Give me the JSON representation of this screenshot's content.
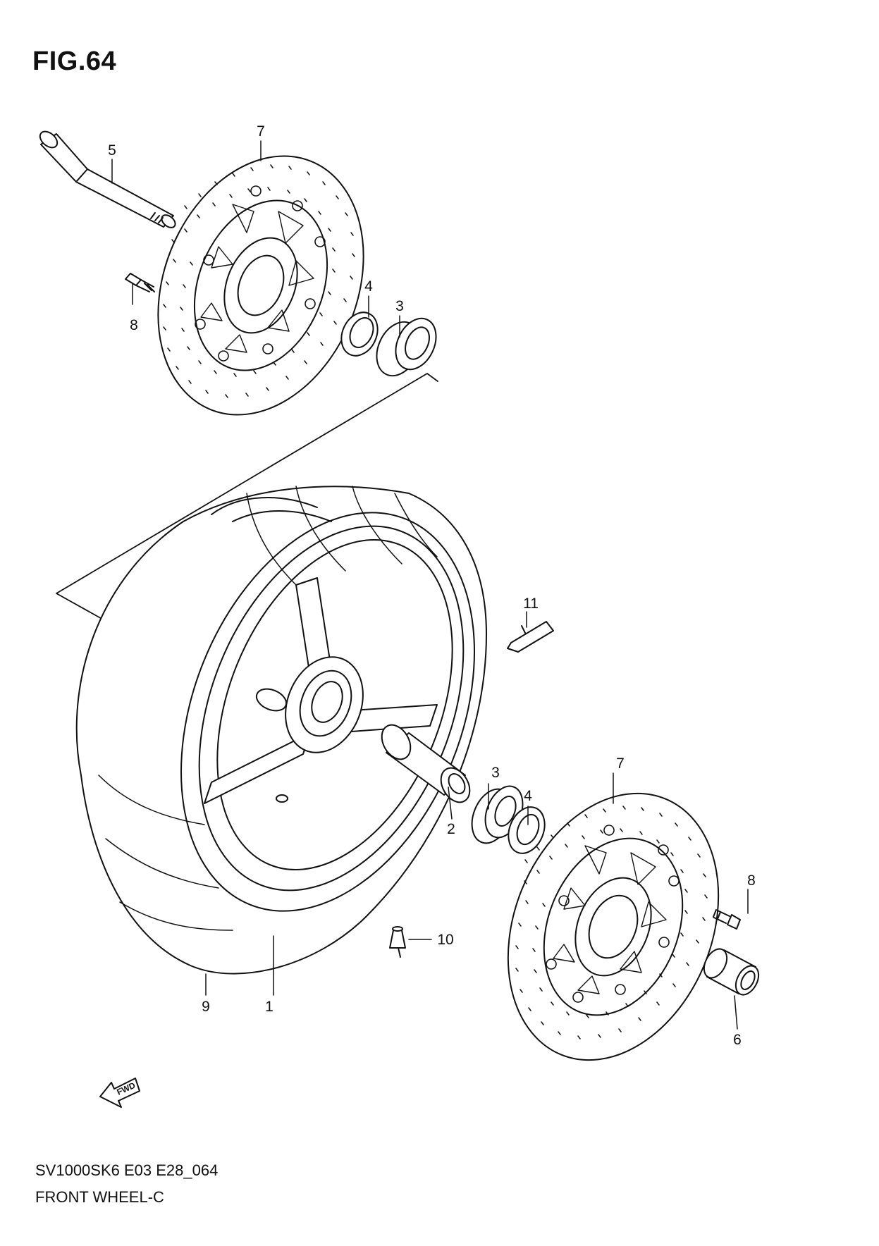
{
  "figure": {
    "title": "FIG.64"
  },
  "callouts": [
    "1",
    "2",
    "3",
    "3",
    "4",
    "4",
    "5",
    "6",
    "7",
    "7",
    "8",
    "8",
    "9",
    "10",
    "11"
  ],
  "direction_marker": "FWD",
  "footer": {
    "model_code": "SV1000SK6 E03 E28_064",
    "diagram_name": "FRONT WHEEL-C"
  }
}
